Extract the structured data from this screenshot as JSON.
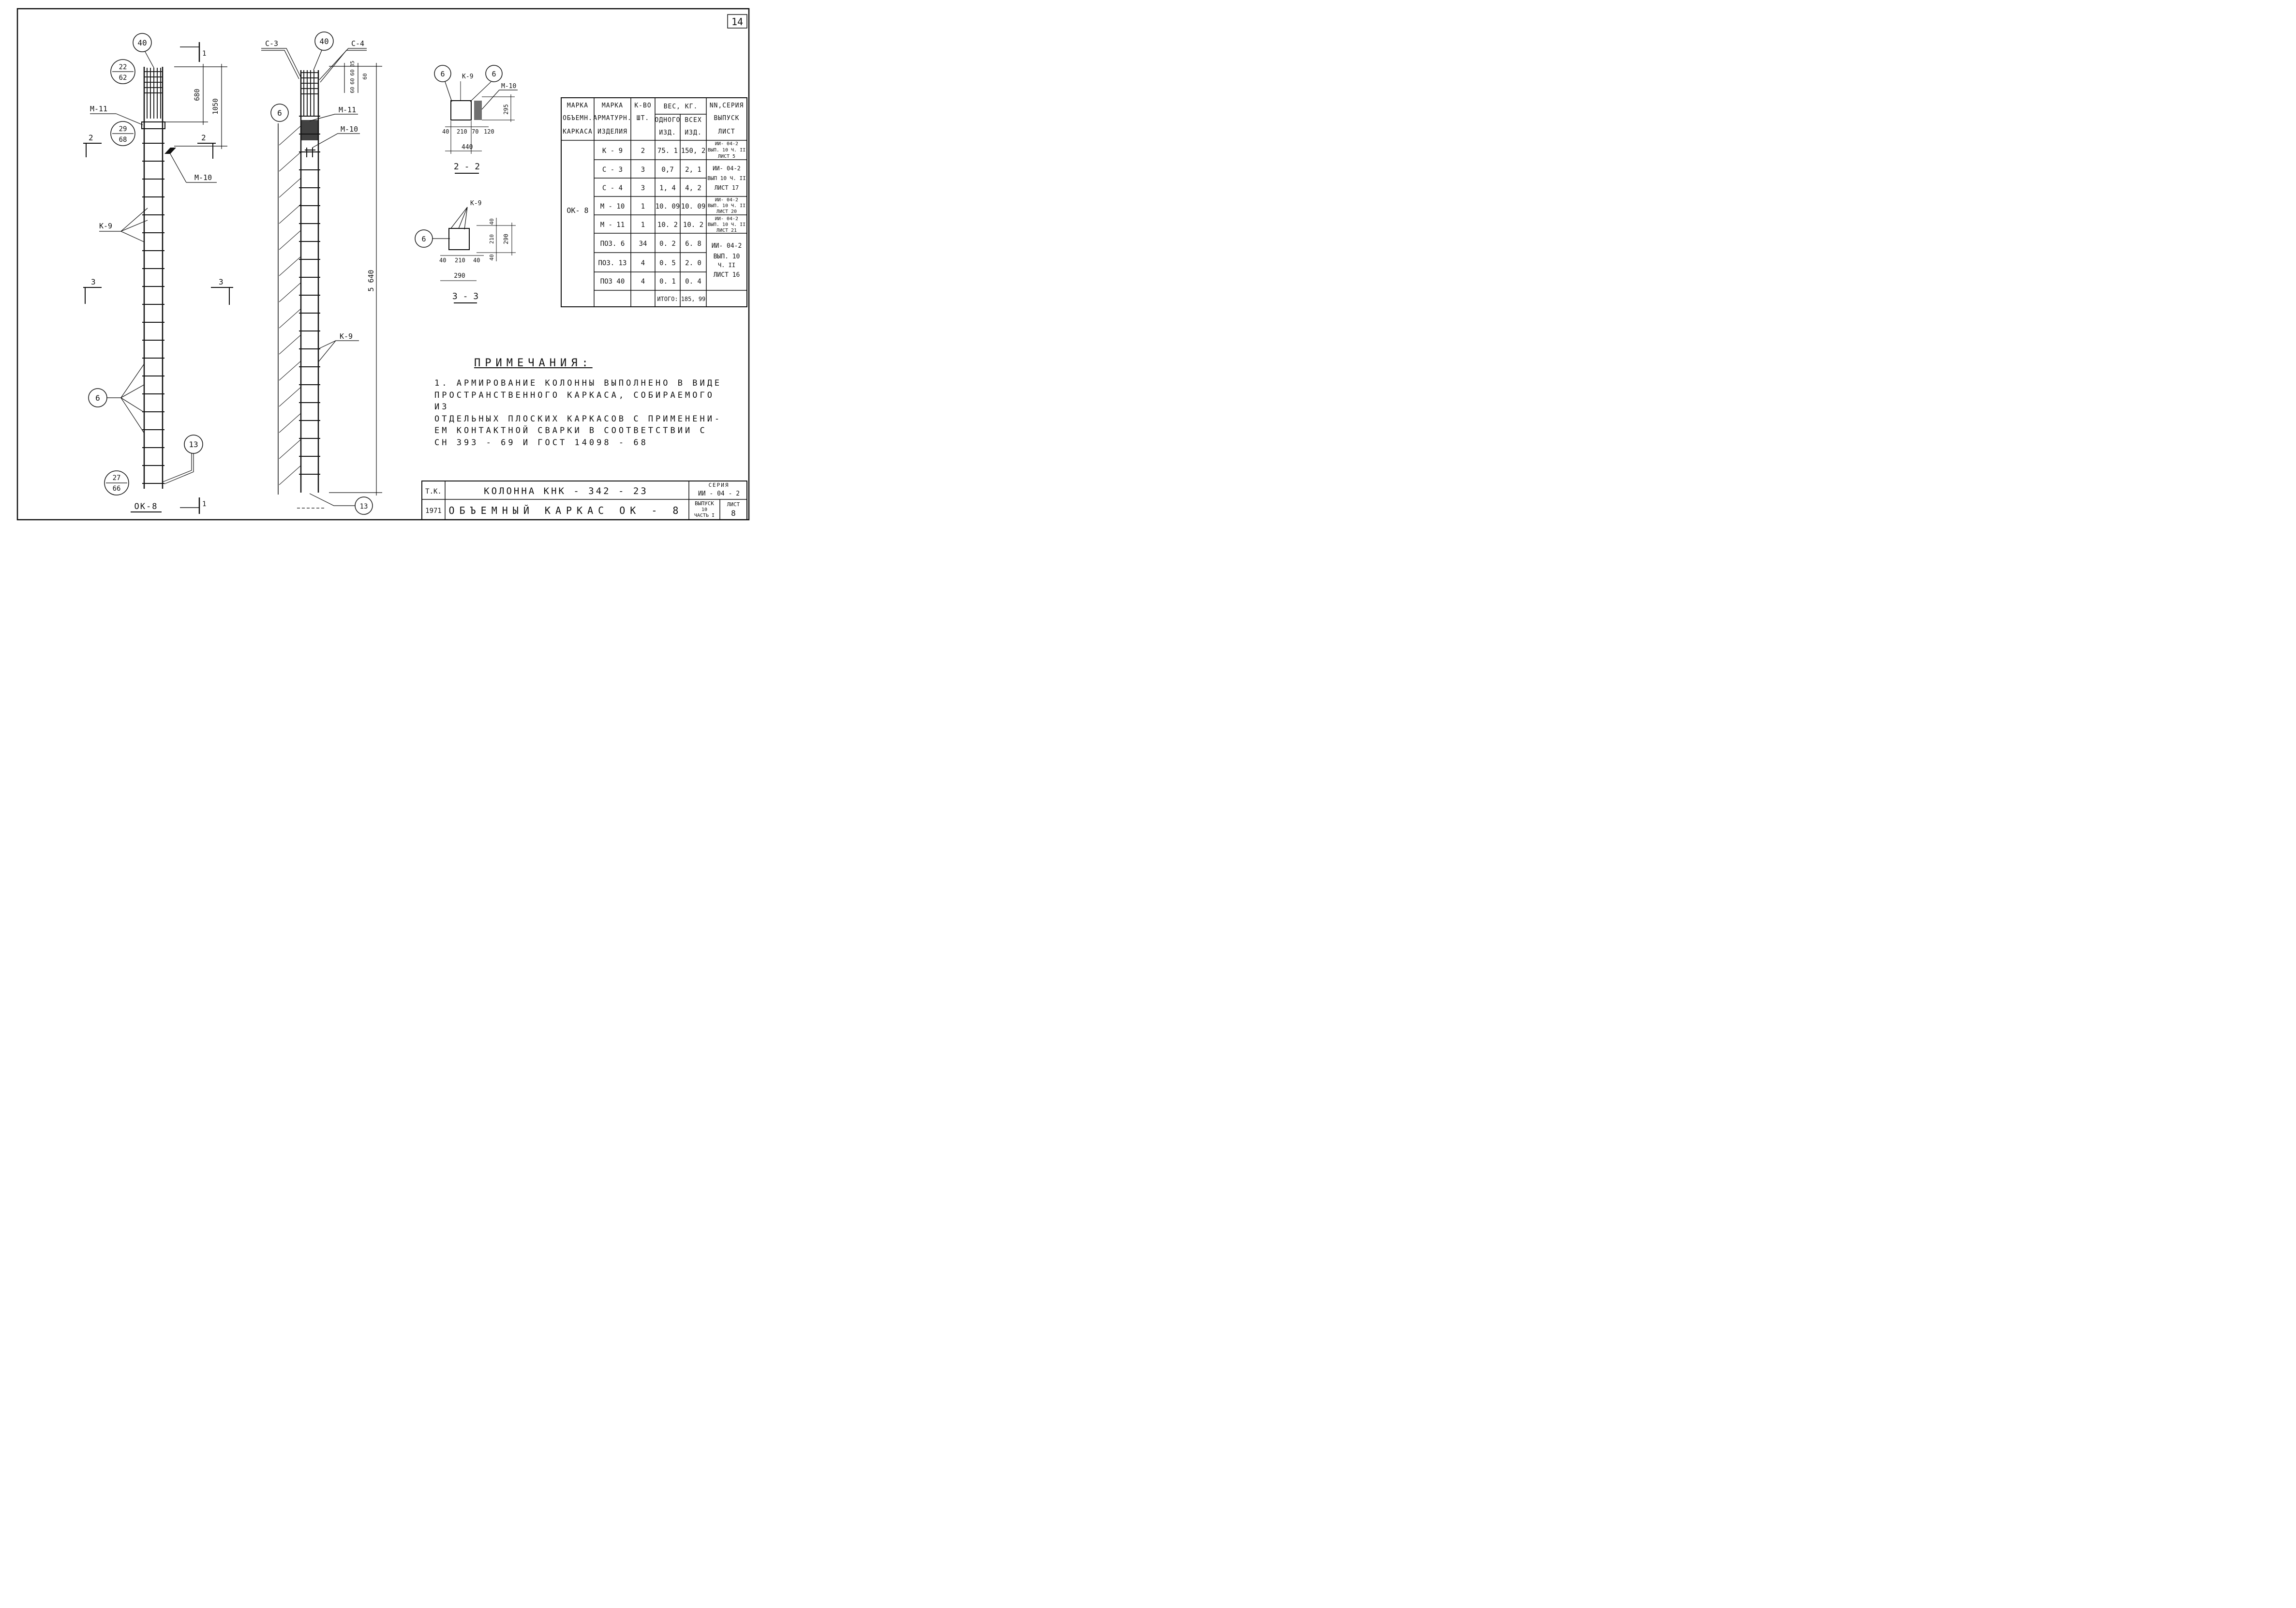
{
  "sheet_number": "14",
  "view1": {
    "label": "ОК-8",
    "callouts": [
      "40",
      "22/62",
      "29/68",
      "6",
      "13",
      "27/66"
    ],
    "refs": [
      "М-11",
      "М-10",
      "К-9"
    ],
    "dims": [
      "680",
      "1050"
    ],
    "sections": [
      "1",
      "2",
      "3"
    ]
  },
  "view2": {
    "callouts": [
      "40",
      "6",
      "13"
    ],
    "refs": [
      "С-3",
      "С-4",
      "М-11",
      "М-10",
      "К-9"
    ],
    "dims": [
      "35",
      "60",
      "60",
      "60",
      "60",
      "5 640"
    ]
  },
  "section22": {
    "title": "2 - 2",
    "refs": [
      "К-9",
      "М-10"
    ],
    "callouts": [
      "6",
      "6"
    ],
    "dims": [
      "40",
      "210",
      "70",
      "120",
      "440",
      "295"
    ]
  },
  "section33": {
    "title": "3 - 3",
    "refs": [
      "К-9"
    ],
    "callouts": [
      "6"
    ],
    "dims": [
      "40",
      "210",
      "40",
      "290",
      "40",
      "210",
      "40",
      "290"
    ]
  },
  "table": {
    "headers": {
      "col1": [
        "МАРКА",
        "ОБЪЕМН.",
        "КАРКАСА"
      ],
      "col2": [
        "МАРКА",
        "АРМАТУРН.",
        "ИЗДЕЛИЯ"
      ],
      "col3": [
        "К-ВО",
        "ШТ."
      ],
      "col45": "ВЕС, КГ.",
      "col4": [
        "ОДНОГО",
        "ИЗД."
      ],
      "col5": [
        "ВСЕХ",
        "ИЗД."
      ],
      "col6": [
        "NN,СЕРИЯ",
        "ВЫПУСК",
        "ЛИСТ"
      ]
    },
    "carcass": "ОК- 8",
    "rows": [
      {
        "item": "К - 9",
        "qty": "2",
        "w1": "75. 1",
        "wall": "150, 2"
      },
      {
        "item": "С - 3",
        "qty": "3",
        "w1": "0,7",
        "wall": "2, 1"
      },
      {
        "item": "С - 4",
        "qty": "3",
        "w1": "1, 4",
        "wall": "4, 2"
      },
      {
        "item": "М - 10",
        "qty": "1",
        "w1": "10. 09",
        "wall": "10. 09"
      },
      {
        "item": "М - 11",
        "qty": "1",
        "w1": "10. 2",
        "wall": "10. 2"
      },
      {
        "item": "ПОЗ. 6",
        "qty": "34",
        "w1": "0. 2",
        "wall": "6. 8"
      },
      {
        "item": "ПОЗ. 13",
        "qty": "4",
        "w1": "0. 5",
        "wall": "2. 0"
      },
      {
        "item": "ПОЗ 40",
        "qty": "4",
        "w1": "0. 1",
        "wall": "0. 4"
      }
    ],
    "refs": [
      [
        "ИИ- 04-2",
        "ВЫП. 10 Ч. II",
        "ЛИСТ 5"
      ],
      [
        "ИИ- 04-2",
        "ВЫП 10 Ч. II",
        "ЛИСТ 17"
      ],
      [
        "ИИ- 04-2",
        "ВЫП. 10 Ч. II",
        "ЛИСТ 20"
      ],
      [
        "ИИ- 04-2",
        "ВЫП. 10 Ч. II",
        "ЛИСТ 21"
      ],
      [
        "ИИ- 04-2",
        "ВЫП. 10",
        "Ч. II",
        "ЛИСТ 16"
      ]
    ],
    "total_label": "ИТОГО:",
    "total_value": "185, 99"
  },
  "notes": {
    "heading": "ПРИМЕЧАНИЯ:",
    "text": "1. АРМИРОВАНИЕ КОЛОННЫ ВЫПОЛНЕНО В ВИДЕ\nПРОСТРАНСТВЕННОГО КАРКАСА, СОБИРАЕМОГО ИЗ\nОТДЕЛЬНЫХ ПЛОСКИХ КАРКАСОВ С ПРИМЕНЕНИ-\nЕМ КОНТАКТНОЙ СВАРКИ В СООТВЕТСТВИИ С\nСН 393 - 69 И ГОСТ 14098 - 68"
  },
  "title_block": {
    "org": "Т.К.",
    "year": "1971",
    "title1": "КОЛОННА КНК - 342 - 23",
    "title2": "ОБЪЕМНЫЙ КАРКАС ОК - 8",
    "series_label": "СЕРИЯ",
    "series": "ИИ - 04 - 2",
    "issue_label": "ВЫПУСК",
    "issue": "10",
    "part": "ЧАСТЬ I",
    "sheet_label": "ЛИСТ",
    "sheet": "8"
  }
}
